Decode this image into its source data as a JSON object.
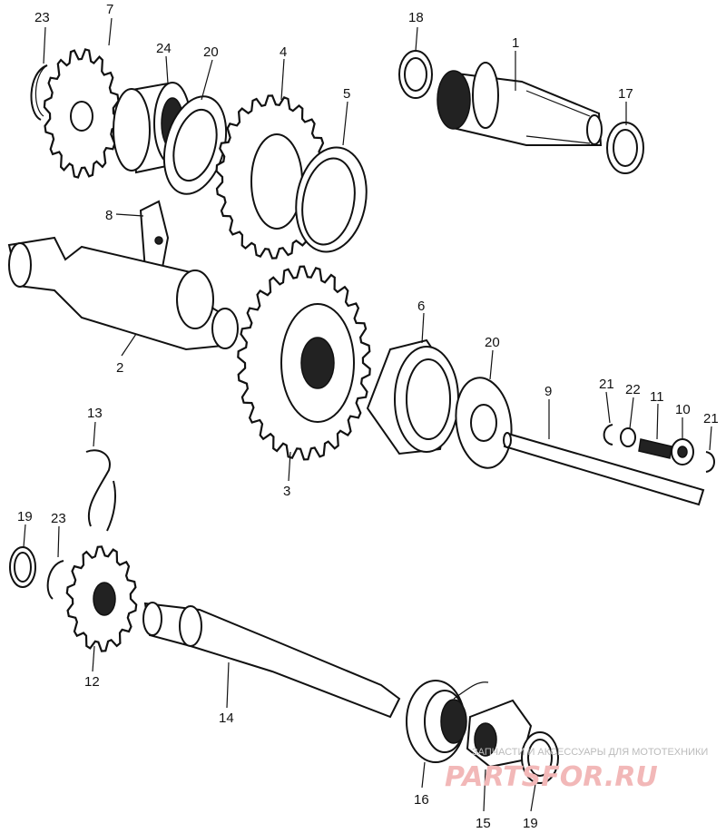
{
  "labels": [
    {
      "id": "23a",
      "text": "23"
    },
    {
      "id": "7",
      "text": "7"
    },
    {
      "id": "24",
      "text": "24"
    },
    {
      "id": "20a",
      "text": "20"
    },
    {
      "id": "4",
      "text": "4"
    },
    {
      "id": "5",
      "text": "5"
    },
    {
      "id": "18",
      "text": "18"
    },
    {
      "id": "1",
      "text": "1"
    },
    {
      "id": "17",
      "text": "17"
    },
    {
      "id": "8",
      "text": "8"
    },
    {
      "id": "2",
      "text": "2"
    },
    {
      "id": "3",
      "text": "3"
    },
    {
      "id": "6",
      "text": "6"
    },
    {
      "id": "20b",
      "text": "20"
    },
    {
      "id": "9",
      "text": "9"
    },
    {
      "id": "21a",
      "text": "21"
    },
    {
      "id": "22",
      "text": "22"
    },
    {
      "id": "11",
      "text": "11"
    },
    {
      "id": "10",
      "text": "10"
    },
    {
      "id": "21b",
      "text": "21"
    },
    {
      "id": "13",
      "text": "13"
    },
    {
      "id": "19a",
      "text": "19"
    },
    {
      "id": "23b",
      "text": "23"
    },
    {
      "id": "12",
      "text": "12"
    },
    {
      "id": "14",
      "text": "14"
    },
    {
      "id": "16",
      "text": "16"
    },
    {
      "id": "15",
      "text": "15"
    },
    {
      "id": "19b",
      "text": "19"
    }
  ],
  "watermark": {
    "text": "ЗАПЧАСТИ И АКСЕССУАРЫ ДЛЯ МОТОТЕХНИКИ",
    "logo": "PARTSFOR.RU"
  }
}
